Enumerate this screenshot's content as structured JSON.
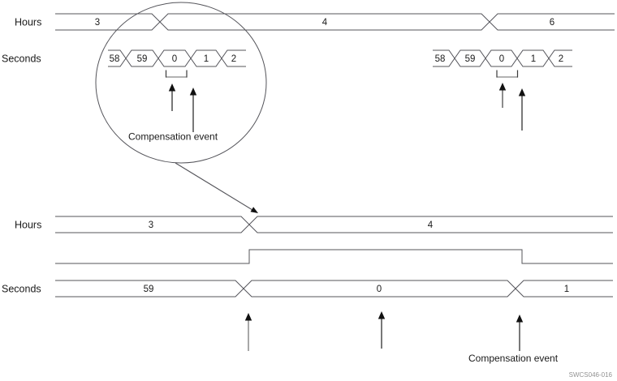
{
  "figure": {
    "code": "SWCS046-016",
    "background_color": "#ffffff",
    "line_color": "#54545a",
    "text_color": "#1a1a1a",
    "bracket_color": "#9a9a9a"
  },
  "top_diagram": {
    "hours": {
      "label": "Hours",
      "values": [
        "3",
        "4",
        "6"
      ]
    },
    "seconds": {
      "label": "Seconds",
      "values": [
        "58",
        "59",
        "0",
        "1",
        "2"
      ]
    },
    "compensation_event_label": "Compensation event"
  },
  "bottom_diagram": {
    "hours": {
      "label": "Hours",
      "values": [
        "3",
        "4"
      ]
    },
    "seconds": {
      "label": "Seconds",
      "values": [
        "59",
        "0",
        "1"
      ]
    },
    "compensation_event_label": "Compensation event"
  }
}
